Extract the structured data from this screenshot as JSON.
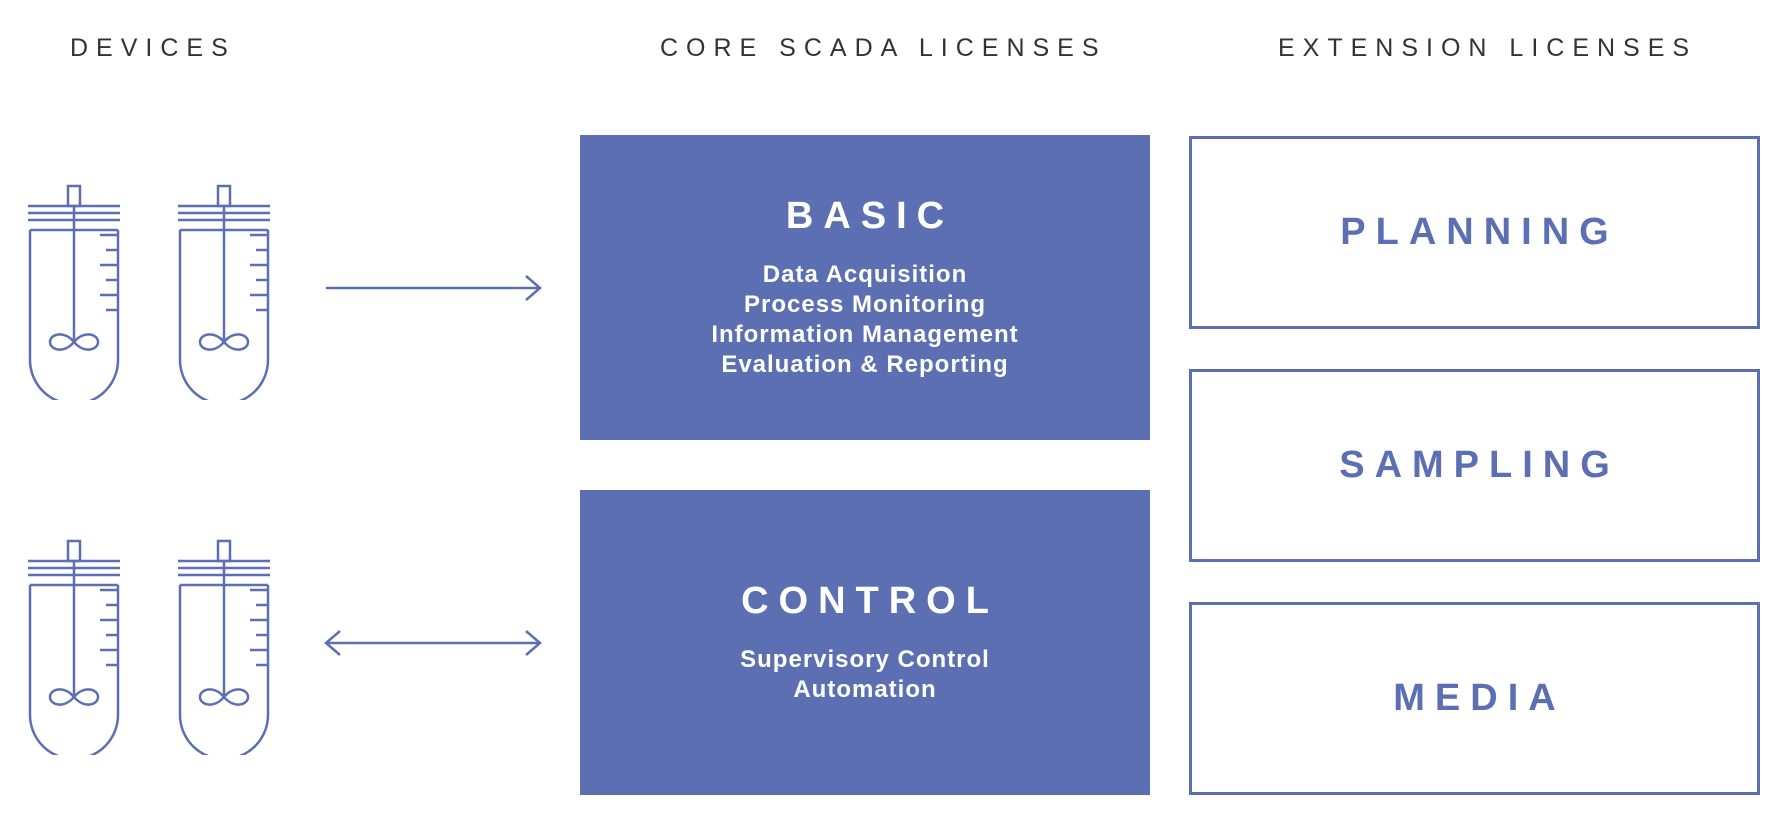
{
  "headings": {
    "devices": "DEVICES",
    "core": "CORE SCADA LICENSES",
    "extension": "EXTENSION LICENSES"
  },
  "core": {
    "basic": {
      "title": "BASIC",
      "lines": [
        "Data Acquisition",
        "Process Monitoring",
        "Information Management",
        "Evaluation & Reporting"
      ]
    },
    "control": {
      "title": "CONTROL",
      "lines": [
        "Supervisory Control",
        "Automation"
      ]
    }
  },
  "extensions": [
    "PLANNING",
    "SAMPLING",
    "MEDIA"
  ],
  "colors": {
    "accent": "#5c6fb3",
    "heading_text": "#333333",
    "background": "#ffffff"
  },
  "icons": {
    "device": "bioreactor-vessel-icon",
    "basic_connector": "right-arrow-icon",
    "control_connector": "double-arrow-icon"
  }
}
